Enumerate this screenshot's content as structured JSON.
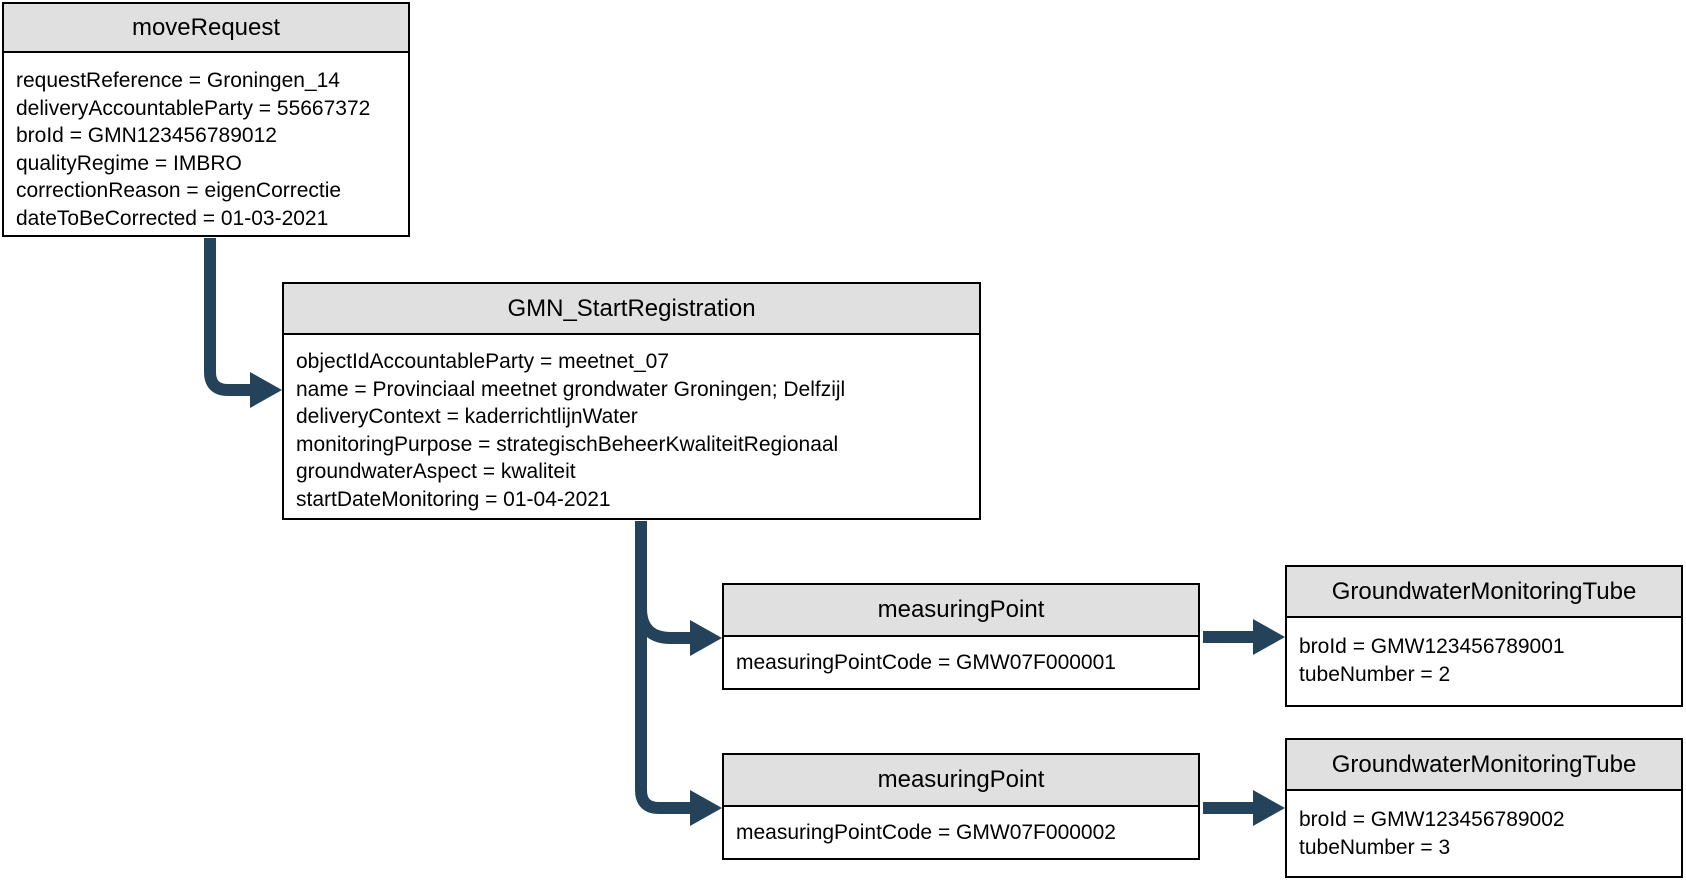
{
  "colors": {
    "arrow": "#24425A",
    "box_header_fill": "#E0E0E0",
    "box_border": "#000000",
    "box_body_fill": "#FFFFFF"
  },
  "boxes": {
    "move_request": {
      "title": "moveRequest",
      "attributes": [
        "requestReference = Groningen_14",
        "deliveryAccountableParty = 55667372",
        "broId = GMN123456789012",
        "qualityRegime = IMBRO",
        "correctionReason = eigenCorrectie",
        "dateToBeCorrected = 01-03-2021"
      ]
    },
    "gmn_start_registration": {
      "title": "GMN_StartRegistration",
      "attributes": [
        "objectIdAccountableParty = meetnet_07",
        "name = Provinciaal meetnet grondwater Groningen; Delfzijl",
        "deliveryContext = kaderrichtlijnWater",
        "monitoringPurpose = strategischBeheerKwaliteitRegionaal",
        "groundwaterAspect = kwaliteit",
        "startDateMonitoring = 01-04-2021"
      ]
    },
    "measuring_point_1": {
      "title": "measuringPoint",
      "attributes": [
        "measuringPointCode = GMW07F000001"
      ]
    },
    "groundwater_monitoring_tube_1": {
      "title": "GroundwaterMonitoringTube",
      "attributes": [
        "broId = GMW123456789001",
        "tubeNumber = 2"
      ]
    },
    "measuring_point_2": {
      "title": "measuringPoint",
      "attributes": [
        "measuringPointCode = GMW07F000002"
      ]
    },
    "groundwater_monitoring_tube_2": {
      "title": "GroundwaterMonitoringTube",
      "attributes": [
        "broId = GMW123456789002",
        "tubeNumber = 3"
      ]
    }
  }
}
